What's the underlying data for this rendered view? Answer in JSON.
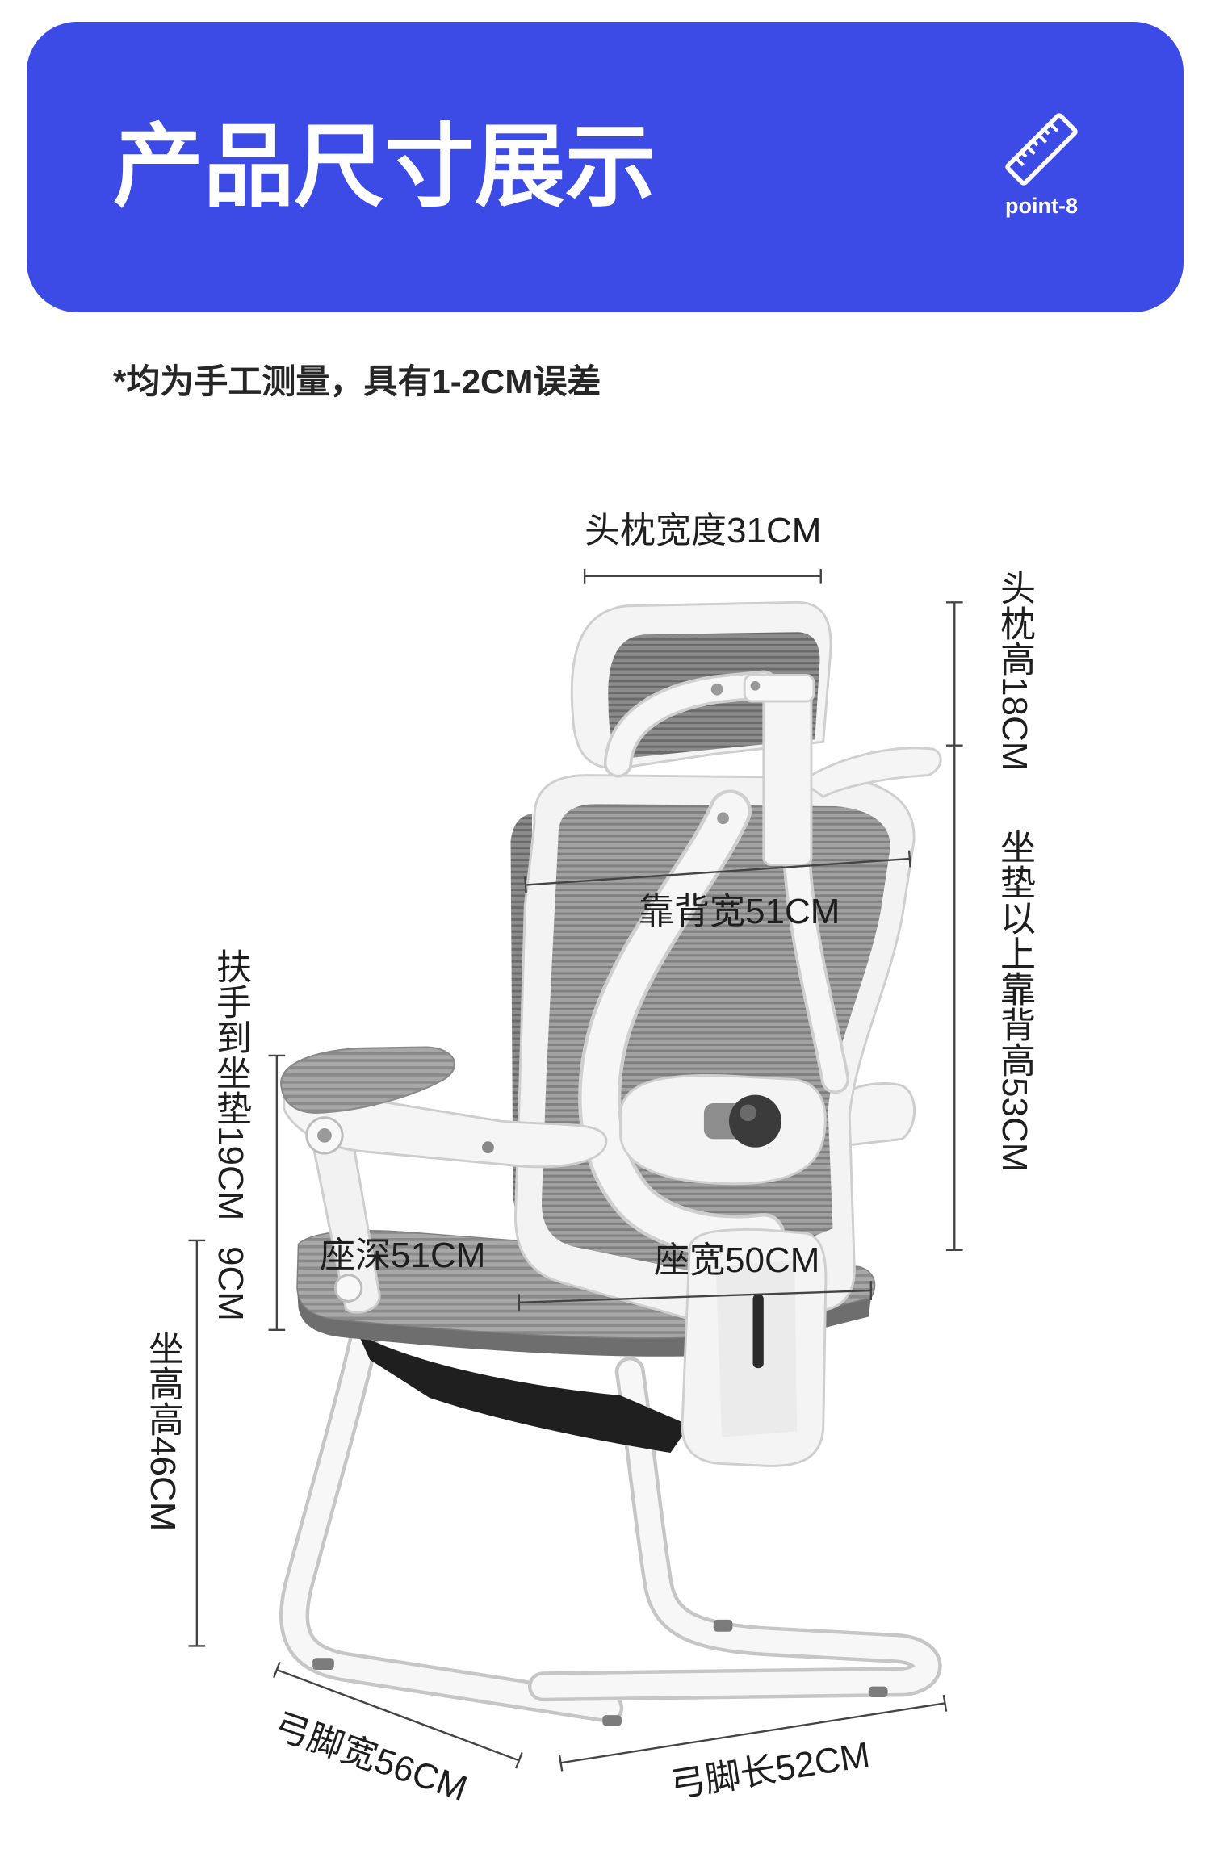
{
  "header": {
    "title": "产品尺寸展示",
    "badge": {
      "icon": "ruler-icon",
      "label": "point-8"
    }
  },
  "note": "*均为手工测量，具有1-2CM误差",
  "dimensions": {
    "headrest_width": "头枕宽度31CM",
    "headrest_height": "头枕高18CM",
    "backrest_height": "坐垫以上靠背高53CM",
    "backrest_width": "靠背宽51CM",
    "armrest_to_seat": "扶手到坐垫19CM",
    "cushion_segment": "9CM",
    "seat_height": "坐高高46CM",
    "seat_depth": "座深51CM",
    "seat_width": "座宽50CM",
    "base_width": "弓脚宽56CM",
    "base_length": "弓脚长52CM"
  },
  "colors": {
    "banner": "#3c4be6",
    "banner_text": "#ffffff",
    "label_text": "#1e1e1e",
    "dimension_line": "#444444"
  }
}
